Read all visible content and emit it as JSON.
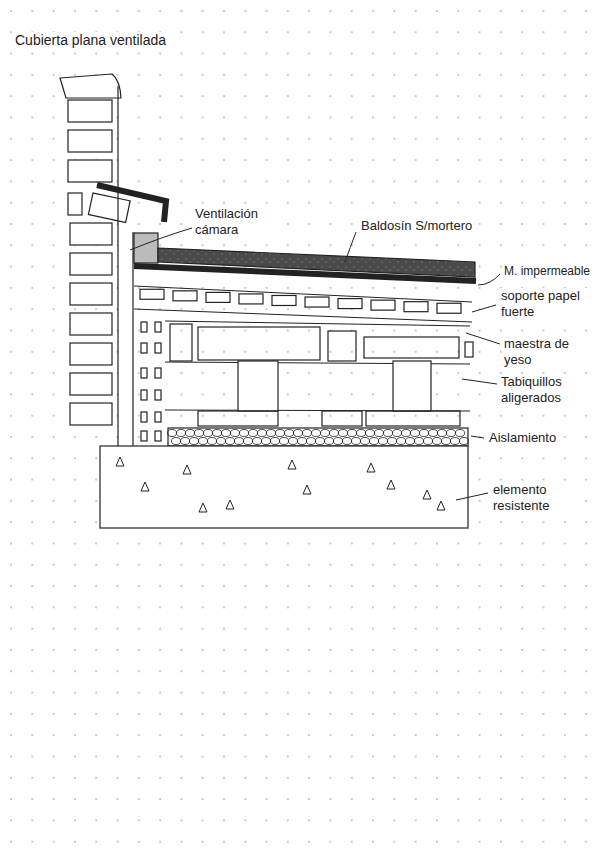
{
  "diagram": {
    "title": "Cubierta plana ventilada",
    "labels": [
      "Ventilación cámara",
      "Baldosín S/mortero",
      "M. impermeable",
      "soporte papel fuerte",
      "maestra de yeso",
      "Tabiquillos aligerados",
      "Aislamiento",
      "elemento resistente"
    ]
  }
}
